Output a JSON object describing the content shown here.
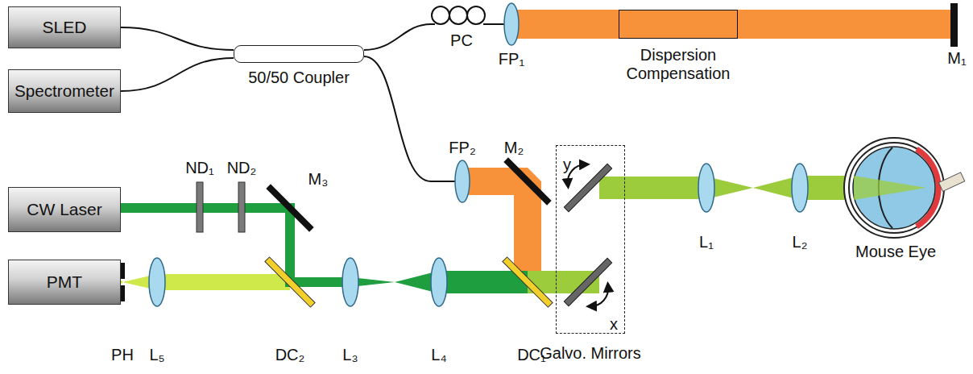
{
  "diagram": {
    "nodes": [
      {
        "text": [
          "SLED"
        ]
      },
      {
        "text": [
          "Spectrometer"
        ]
      },
      {
        "text": [
          "50/50 Coupler"
        ]
      },
      {
        "text": [
          "Dispersion Compensation"
        ]
      },
      {
        "text": [
          "CW Laser"
        ]
      },
      {
        "text": [
          "Galvo. Mirrors"
        ]
      },
      {
        "text": [
          "PMT"
        ]
      }
    ],
    "edges": [
      {
        "from": 0,
        "to": 2,
        "arrow": "none"
      },
      {
        "from": 1,
        "to": 2,
        "arrow": "none"
      }
    ],
    "labels": [
      "PC",
      "FP₁",
      "FP₂",
      "M₁",
      "M₂",
      "M₃",
      "ND₁",
      "ND₂",
      "y",
      "x",
      "L₁",
      "L₂",
      "Mouse Eye",
      "PH",
      "L₅",
      "DC₂",
      "L₃",
      "L₄",
      "DC₁"
    ]
  }
}
